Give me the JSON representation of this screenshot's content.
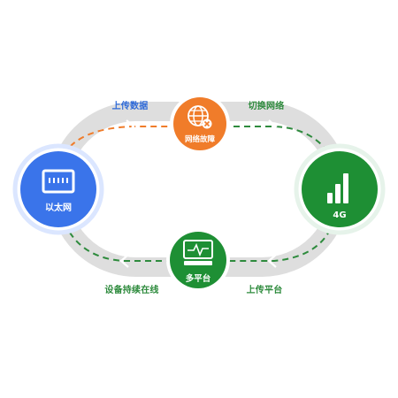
{
  "colors": {
    "track": "#dedede",
    "orange": "#f07c2a",
    "green": "#1e8f34",
    "blue": "#3a74ea",
    "glow": "#dbe6ff",
    "path_label_blue": "#2f6ad8",
    "path_label_green": "#2e8b3d"
  },
  "nodes": {
    "ethernet": {
      "label": "以太网",
      "icon": "ethernet-port-icon",
      "color": "#3a74ea"
    },
    "network_fault": {
      "label": "网络故障",
      "icon": "globe-error-icon",
      "color": "#f07c2a"
    },
    "cellular": {
      "label": "4G",
      "icon": "signal-bars-icon",
      "color": "#1e8f34"
    },
    "multi_platform": {
      "label": "多平台",
      "icon": "monitor-pulse-icon",
      "color": "#1e8f34"
    }
  },
  "paths": {
    "upload_data": "上传数据",
    "switch_network": "切换网络",
    "upload_platform": "上传平台",
    "device_online": "设备持续在线"
  }
}
